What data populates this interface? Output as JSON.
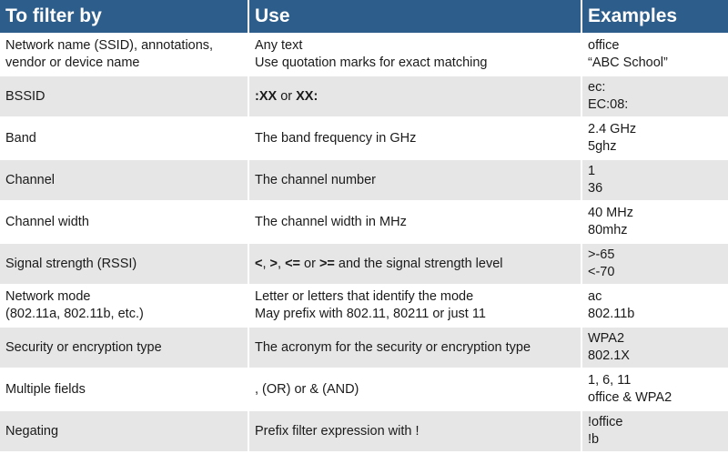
{
  "headers": [
    "To filter by",
    "Use",
    "Examples"
  ],
  "rows": [
    {
      "filter": [
        "Network name (SSID), annotations,",
        "vendor or device name"
      ],
      "use": [
        "Any text",
        "Use quotation marks for exact matching"
      ],
      "examples": [
        "office",
        "“ABC School”"
      ]
    },
    {
      "filter": [
        "BSSID"
      ],
      "use_rich": [
        ":XX",
        " or ",
        "XX:"
      ],
      "examples": [
        "ec:",
        "EC:08:"
      ]
    },
    {
      "filter": [
        "Band"
      ],
      "use": [
        "The band frequency in GHz"
      ],
      "examples": [
        "2.4 GHz",
        "5ghz"
      ]
    },
    {
      "filter": [
        "Channel"
      ],
      "use": [
        "The channel number"
      ],
      "examples": [
        "1",
        "36"
      ]
    },
    {
      "filter": [
        "Channel width"
      ],
      "use": [
        "The channel width in MHz"
      ],
      "examples": [
        "40 MHz",
        "80mhz"
      ]
    },
    {
      "filter": [
        "Signal strength (RSSI)"
      ],
      "use_rich": [
        "<",
        ", ",
        ">",
        ", ",
        "<=",
        " or ",
        ">=",
        " and the signal strength level"
      ],
      "examples": [
        ">-65",
        "<-70"
      ]
    },
    {
      "filter": [
        "Network mode",
        "(802.11a, 802.11b, etc.)"
      ],
      "use": [
        "Letter or letters that identify the mode",
        "May prefix with 802.11, 80211 or just 11"
      ],
      "examples": [
        "ac",
        "802.11b"
      ]
    },
    {
      "filter": [
        "Security or encryption type"
      ],
      "use": [
        "The acronym for the security or encryption type"
      ],
      "examples": [
        "WPA2",
        "802.1X"
      ]
    },
    {
      "filter": [
        "Multiple fields"
      ],
      "use": [
        ", (OR) or & (AND)"
      ],
      "examples": [
        "1, 6, 11",
        "office & WPA2"
      ]
    },
    {
      "filter": [
        "Negating"
      ],
      "use": [
        "Prefix filter expression with !"
      ],
      "examples": [
        "!office",
        "!b"
      ]
    }
  ]
}
